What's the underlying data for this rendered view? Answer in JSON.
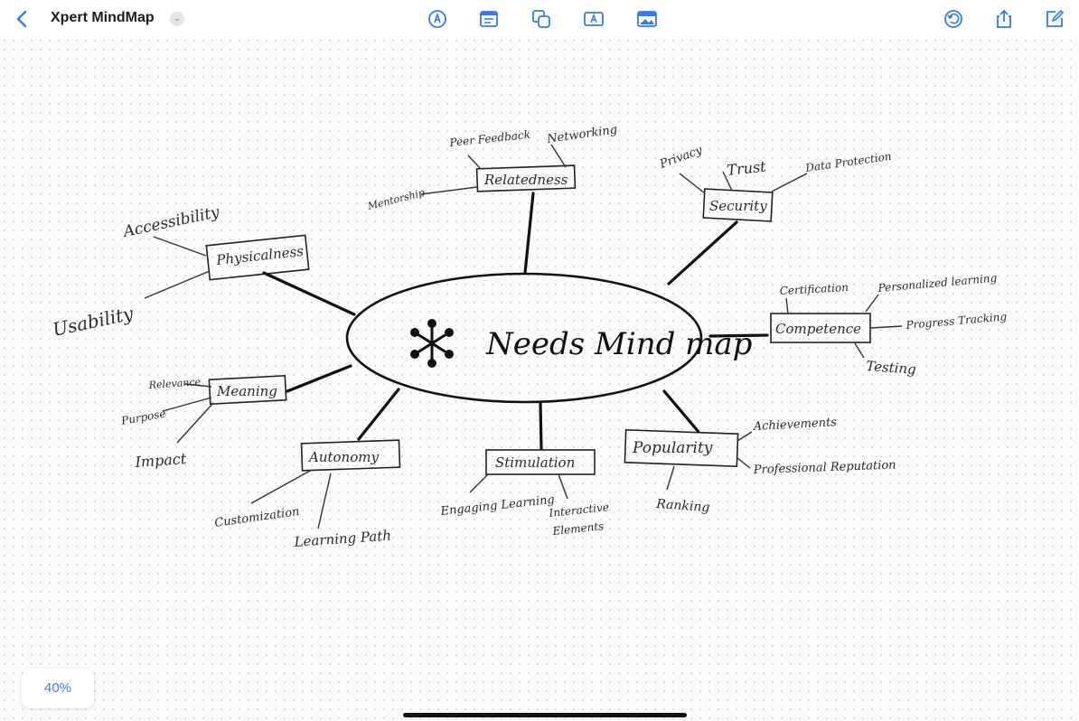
{
  "app": {
    "title": "Xpert MindMap"
  },
  "toolbar": {
    "center_tools": [
      {
        "icon": "pen-icon"
      },
      {
        "icon": "note-icon"
      },
      {
        "icon": "shapes-icon"
      },
      {
        "icon": "text-box-icon"
      },
      {
        "icon": "image-icon"
      }
    ],
    "right_tools": [
      {
        "icon": "undo-icon"
      },
      {
        "icon": "share-icon"
      },
      {
        "icon": "edit-icon"
      }
    ],
    "accent_color": "#2f7cf6"
  },
  "mindmap": {
    "center": "Needs Mind map",
    "branches": {
      "relatedness": {
        "label": "Relatedness",
        "children": [
          "Peer Feedback",
          "Networking",
          "Mentorship"
        ]
      },
      "security": {
        "label": "Security",
        "children": [
          "Privacy",
          "Trust",
          "Data Protection"
        ]
      },
      "physicalness": {
        "label": "Physicalness",
        "children": [
          "Accessibility",
          "Usability"
        ]
      },
      "competence": {
        "label": "Competence",
        "children": [
          "Certification",
          "Personalized learning",
          "Progress Tracking",
          "Testing"
        ]
      },
      "meaning": {
        "label": "Meaning",
        "children": [
          "Relevance",
          "Purpose",
          "Impact"
        ]
      },
      "autonomy": {
        "label": "Autonomy",
        "children": [
          "Customization",
          "Learning Path"
        ]
      },
      "stimulation": {
        "label": "Stimulation",
        "children": [
          "Engaging Learning",
          "Interactive",
          "Elements"
        ]
      },
      "popularity": {
        "label": "Popularity",
        "children": [
          "Achievements",
          "Professional Reputation",
          "Ranking"
        ]
      }
    }
  },
  "zoom": {
    "label": "40%"
  }
}
